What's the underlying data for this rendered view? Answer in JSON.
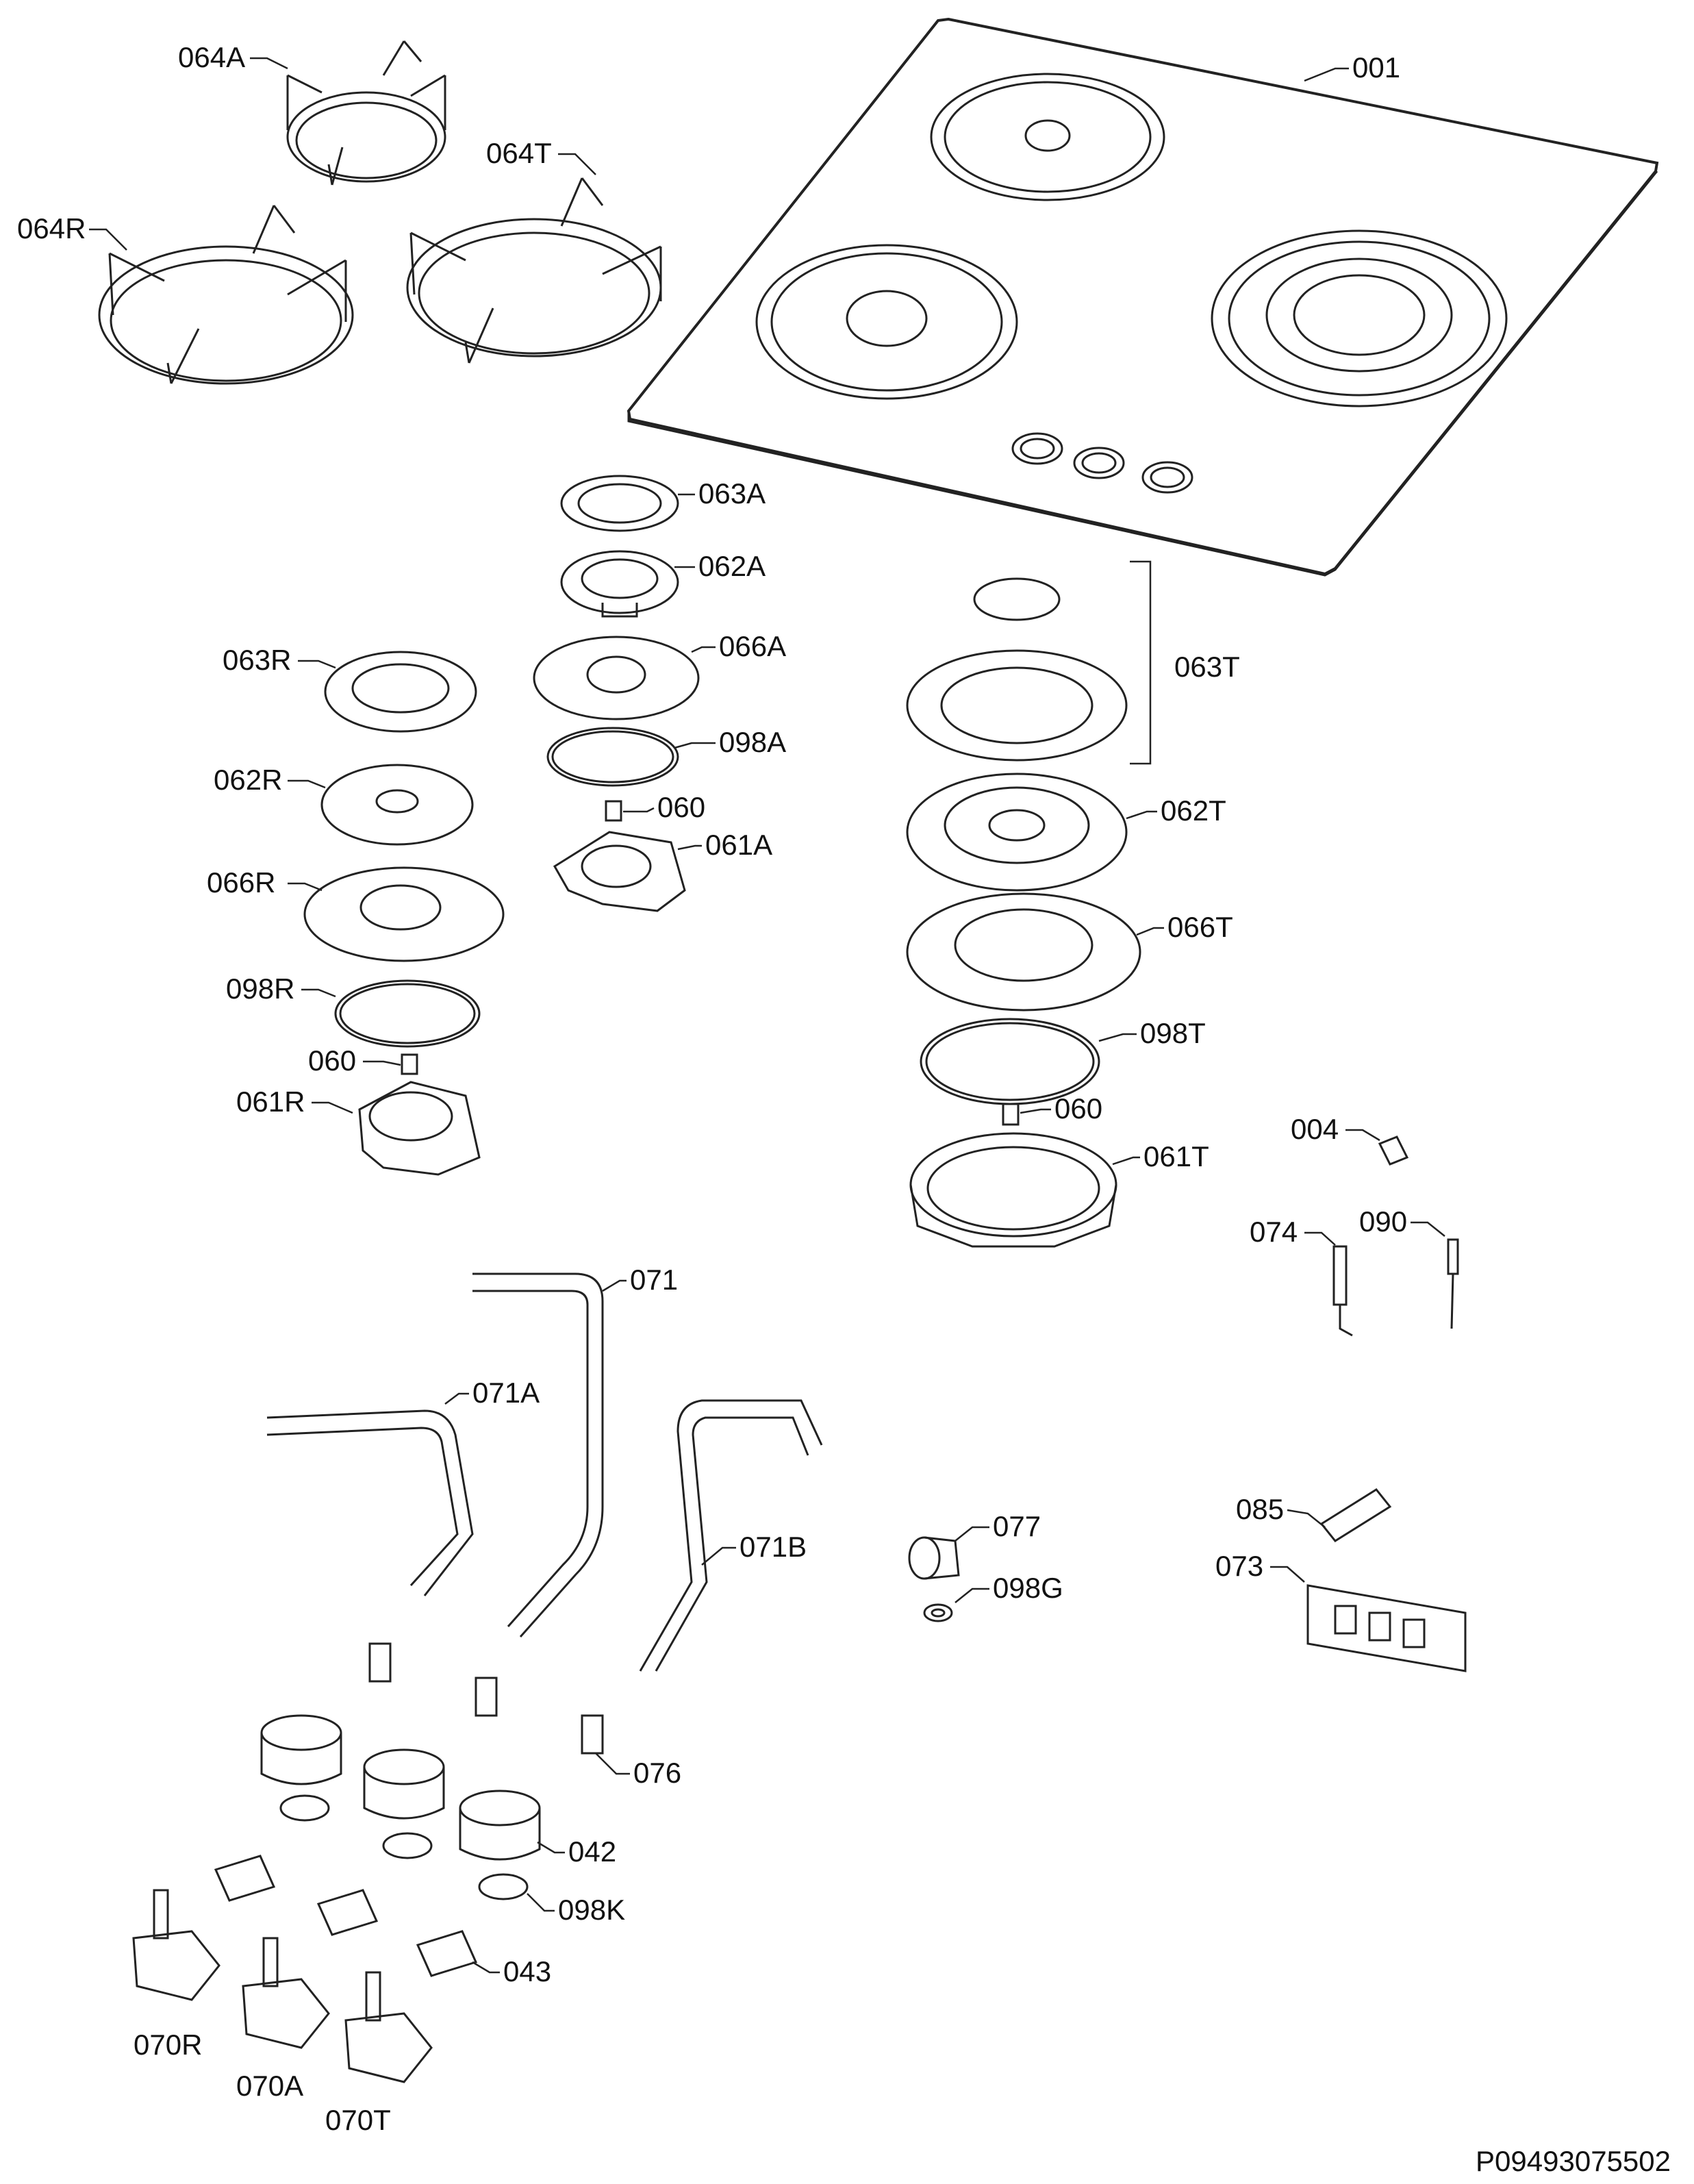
{
  "labels": {
    "l001": "001",
    "l004": "004",
    "l042": "042",
    "l043": "043",
    "l060": "060",
    "l061A": "061A",
    "l061R": "061R",
    "l061T": "061T",
    "l062A": "062A",
    "l062R": "062R",
    "l062T": "062T",
    "l063A": "063A",
    "l063R": "063R",
    "l063T": "063T",
    "l064A": "064A",
    "l064R": "064R",
    "l064T": "064T",
    "l066A": "066A",
    "l066R": "066R",
    "l066T": "066T",
    "l070A": "070A",
    "l070R": "070R",
    "l070T": "070T",
    "l071": "071",
    "l071A": "071A",
    "l071B": "071B",
    "l073": "073",
    "l074": "074",
    "l076": "076",
    "l077": "077",
    "l085": "085",
    "l090": "090",
    "l098A": "098A",
    "l098G": "098G",
    "l098K": "098K",
    "l098R": "098R",
    "l098T": "098T"
  },
  "drawing_number": "P09493075502"
}
